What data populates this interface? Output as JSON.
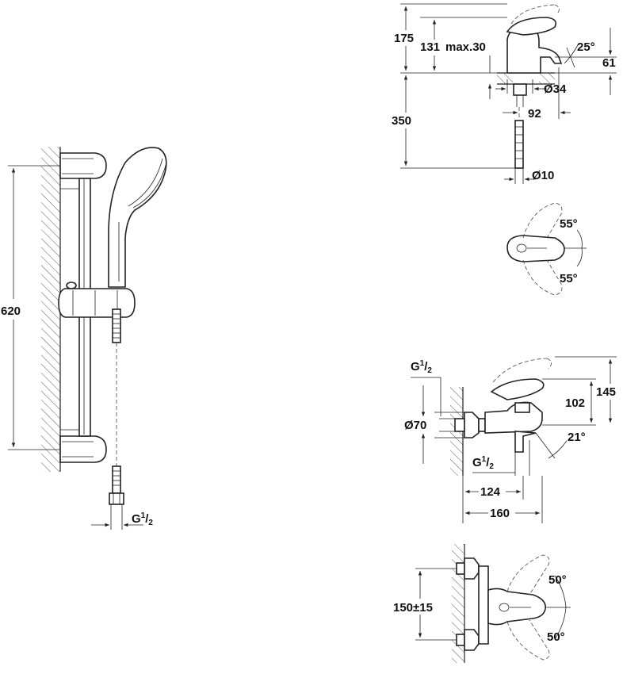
{
  "shower_set": {
    "height_label": "620",
    "connection_label": "G",
    "connection_fraction_num": "1",
    "connection_fraction_den": "2"
  },
  "basin_mixer": {
    "dim_total_height": "175",
    "dim_spout_height": "131",
    "dim_max_thickness": "max.30",
    "dim_angle": "25°",
    "dim_spout_clearance": "61",
    "dim_hole_diameter": "Ø34",
    "dim_spout_reach": "92",
    "dim_hose_length": "350",
    "dim_hose_diameter": "Ø10"
  },
  "basin_mixer_top": {
    "angle_upper": "55°",
    "angle_lower": "55°"
  },
  "bath_mixer": {
    "dim_connection_top": "G",
    "dim_connection_top_num": "1",
    "dim_connection_top_den": "2",
    "dim_rosette": "Ø70",
    "dim_handle_height": "102",
    "dim_total_height": "145",
    "dim_angle": "21°",
    "dim_connection_bottom": "G",
    "dim_connection_bottom_num": "1",
    "dim_connection_bottom_den": "2",
    "dim_spout_offset": "124",
    "dim_total_depth": "160"
  },
  "bath_mixer_top": {
    "dim_centres": "150±15",
    "angle_upper": "50°",
    "angle_lower": "50°"
  }
}
